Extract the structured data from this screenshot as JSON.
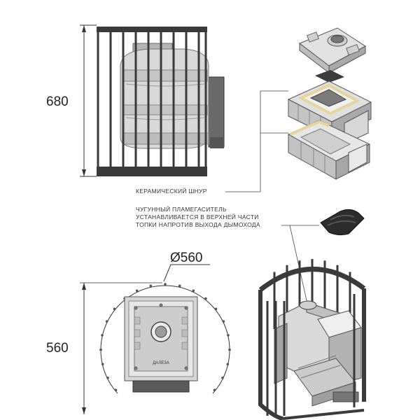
{
  "dimensions": {
    "height_label": "680",
    "width_label": "560",
    "diameter_label": "Ø560"
  },
  "callouts": {
    "ceramic_cord": "КЕРАМИЧЕСКИЙ ШНУР",
    "flame_arrester_lines": [
      "ЧУГУННЫЙ ПЛАМЕГАСИТЕЛЬ",
      "УСТАНАВЛИВАЕТСЯ В ВЕРХНЕЙ ЧАСТИ",
      "ТОПКИ НАПРОТИВ ВЫХОДА ДЫМОХОДА"
    ]
  },
  "stove_plate_label": "ДАЛЕЗА",
  "colors": {
    "cage": "#3a3a3a",
    "cast_iron_light": "#e2e2e2",
    "cast_iron_mid": "#bdbdbd",
    "cast_iron_dark": "#8e8e8e",
    "ceramic_cord": "#e7d49a",
    "plate_dark": "#2c2c2c"
  }
}
